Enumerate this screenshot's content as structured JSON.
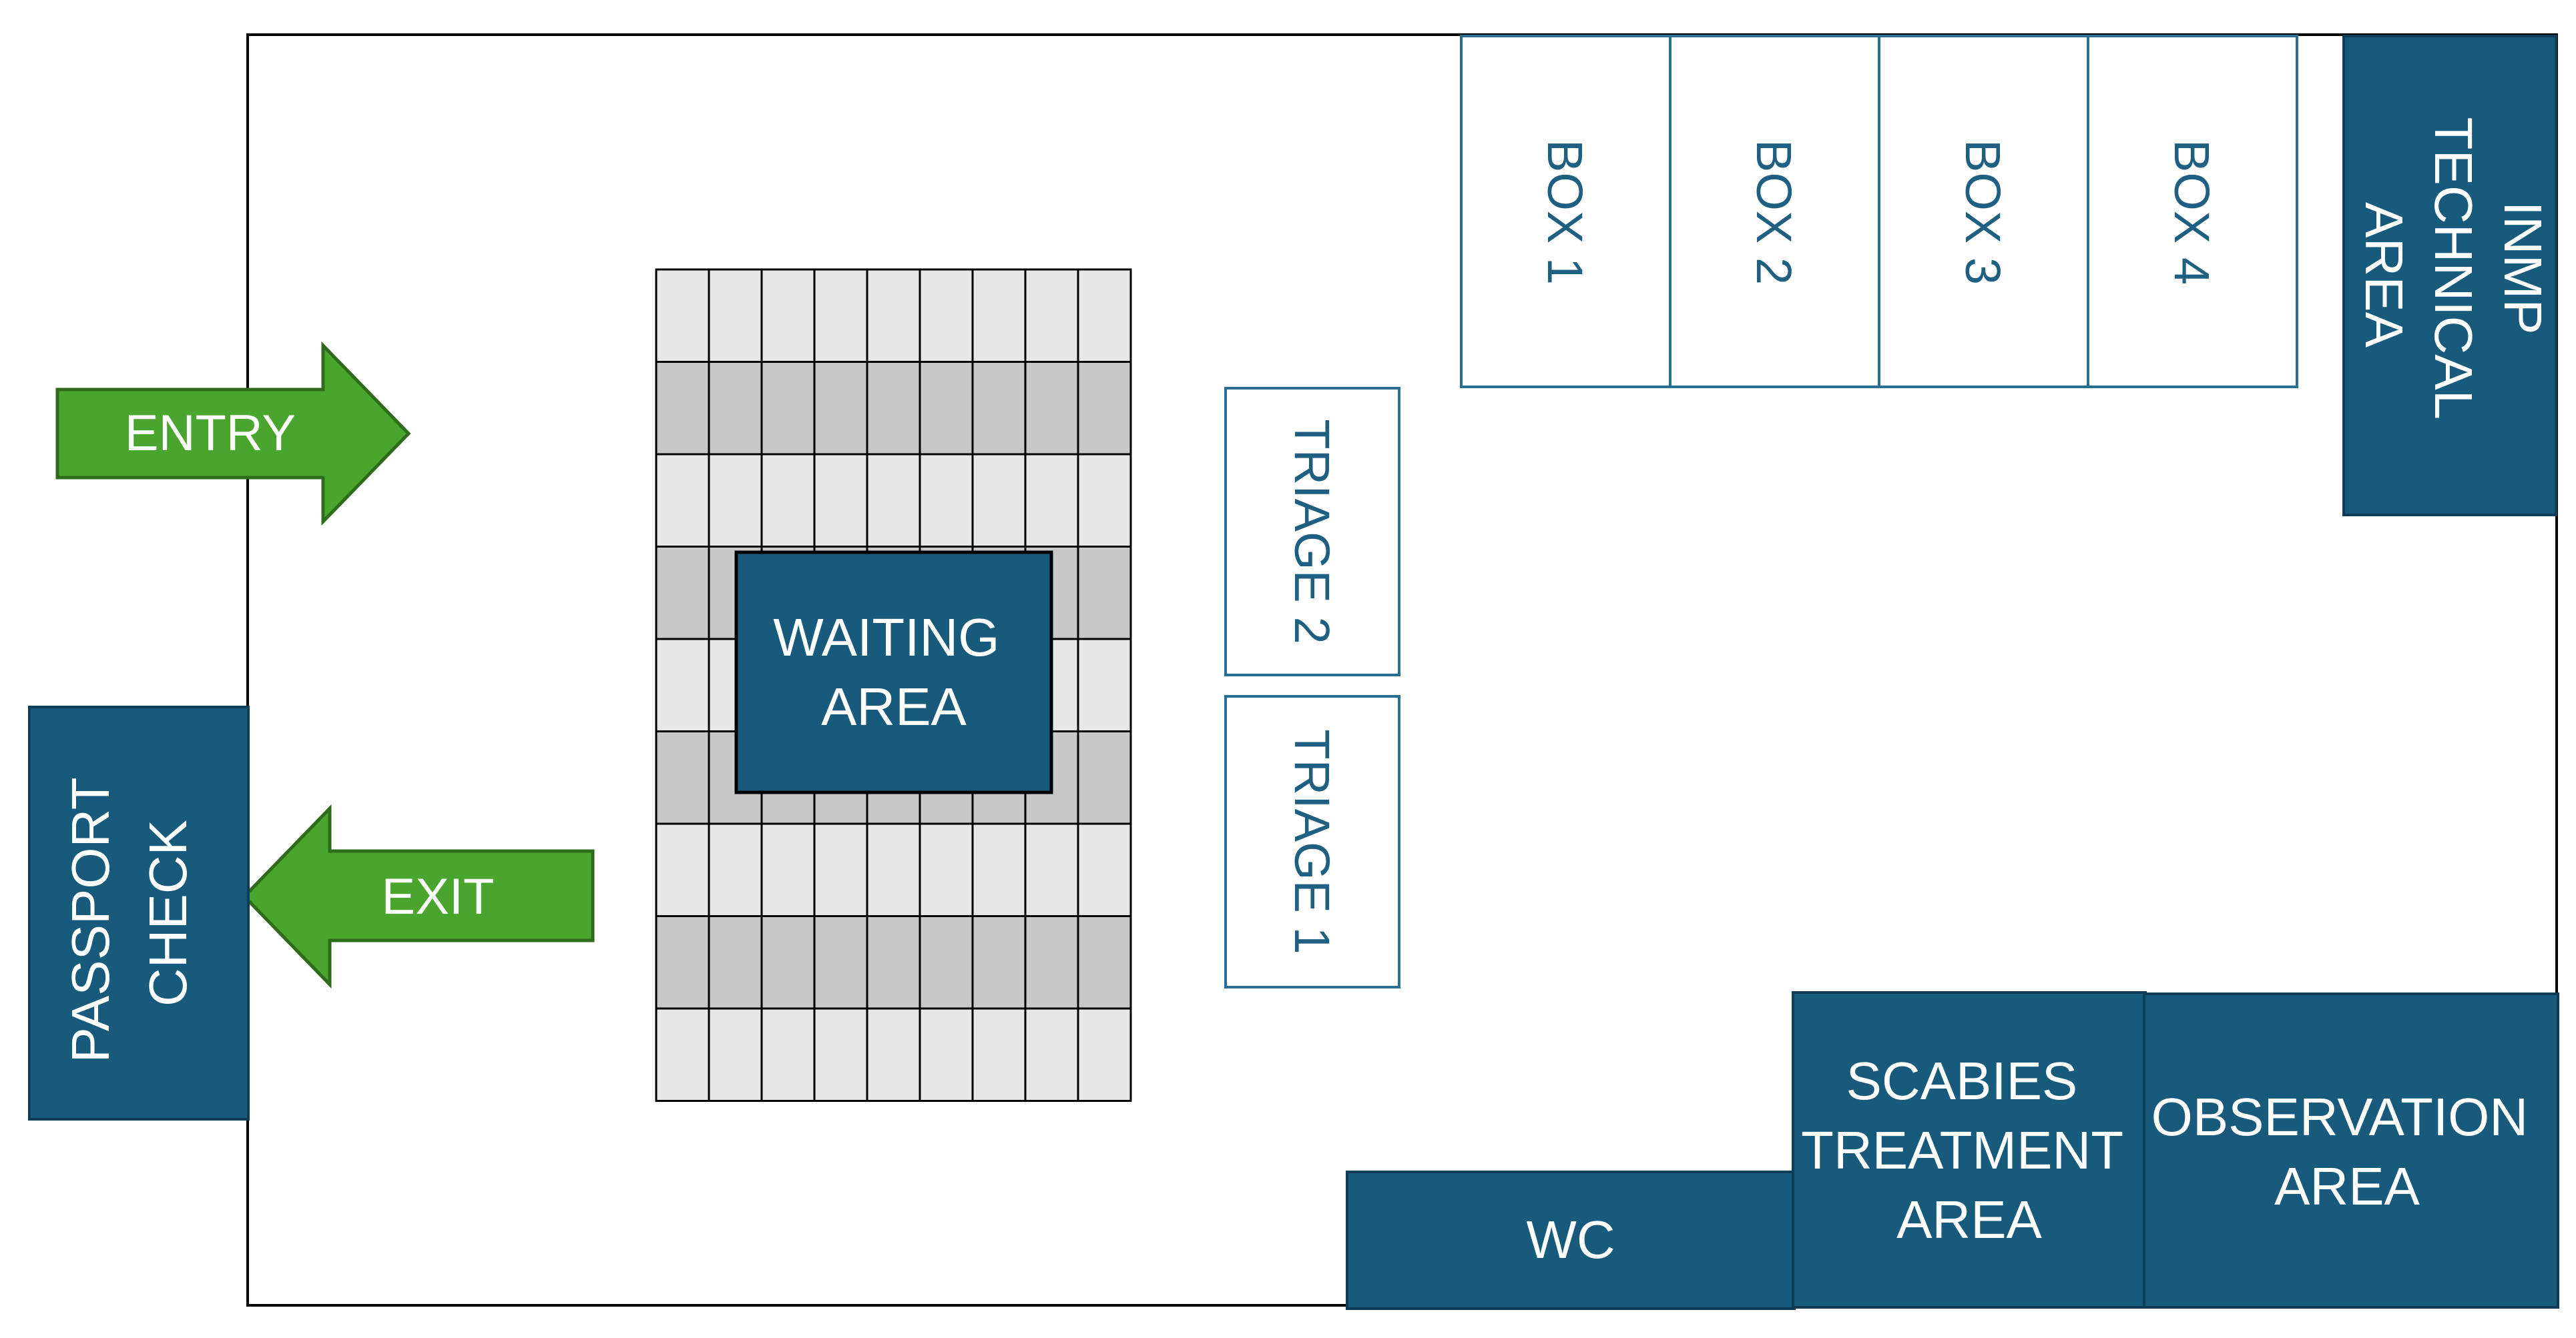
{
  "colors": {
    "room_fill": "#175a7c",
    "room_text": "#ffffff",
    "box_stroke": "#2a6f92",
    "box_text": "#1f5f82",
    "arrow_fill": "#4aa52e",
    "arrow_stroke": "#2e6b1a",
    "seat_light": "#e8e8e8",
    "seat_dark": "#c8c8c8",
    "outline": "#000000"
  },
  "arrows": {
    "entry": "ENTRY",
    "exit": "EXIT"
  },
  "rooms": {
    "passport_check": [
      "PASSPORT",
      "CHECK"
    ],
    "waiting_area": [
      "WAITING",
      "AREA"
    ],
    "inmp_technical_area": [
      "INMP",
      "TECHNICAL",
      "AREA"
    ],
    "wc": [
      "WC"
    ],
    "scabies_treatment_area": [
      "SCABIES",
      "TREATMENT",
      "AREA"
    ],
    "observation_area": [
      "OBSERVATION",
      "AREA"
    ]
  },
  "boxes": [
    "BOX 1",
    "BOX 2",
    "BOX 3",
    "BOX 4"
  ],
  "triage": {
    "triage_2": "TRIAGE 2",
    "triage_1": "TRIAGE 1"
  }
}
